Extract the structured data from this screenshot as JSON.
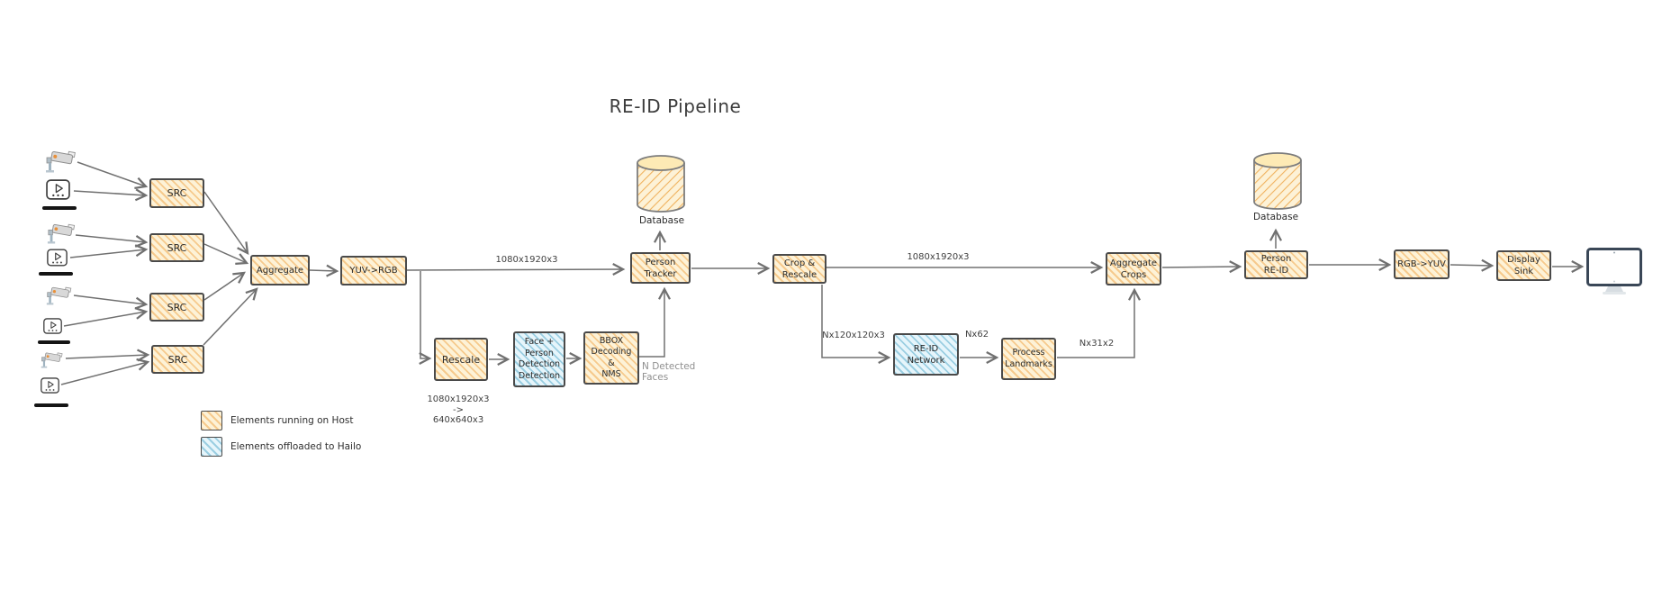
{
  "title": "RE-ID Pipeline",
  "legend": {
    "host": "Elements running on Host",
    "hailo": "Elements offloaded to Hailo"
  },
  "nodes": {
    "src1": "SRC",
    "src2": "SRC",
    "src3": "SRC",
    "src4": "SRC",
    "aggregate": "Aggregate",
    "yuv_to_rgb": "YUV->RGB",
    "rescale": "Rescale",
    "face_person_detection": "Face +\nPerson\nDetection\nDetection",
    "bbox_decoding": "BBOX\nDecoding\n&\nNMS",
    "person_tracker": "Person\nTracker",
    "crop_rescale": "Crop &\nRescale",
    "reid_network": "RE-ID\nNetwork",
    "process_landmarks": "Process\nLandmarks",
    "aggregate_crops": "Aggregate\nCrops",
    "person_reid": "Person\nRE-ID",
    "rgb_to_yuv": "RGB->YUV",
    "display_sink": "Display\nSink",
    "database_top": "Database",
    "database_right": "Database"
  },
  "edge_labels": {
    "frame_res_left": "1080x1920x3",
    "frame_res_right": "1080x1920x3",
    "rescale_io": "1080x1920x3\n->\n640x640x3",
    "detected_faces": "N Detected\nFaces",
    "crops_shape": "Nx120x120x3",
    "embedding_shape": "Nx62",
    "landmarks_shape": "Nx31x2"
  },
  "colors": {
    "host_fill": "#fdf2d7",
    "host_hatch": "#f0aa50",
    "hailo_fill": "#e6f5fb",
    "hailo_hatch": "#50a8c8",
    "box_stroke": "#4a4a4a",
    "connector": "#707070",
    "muted_label": "#8f8f8f"
  },
  "icons": {
    "camera": "cctv-camera-icon",
    "video": "video-player-icon",
    "monitor": "display-monitor-icon",
    "database": "database-cylinder-icon"
  }
}
